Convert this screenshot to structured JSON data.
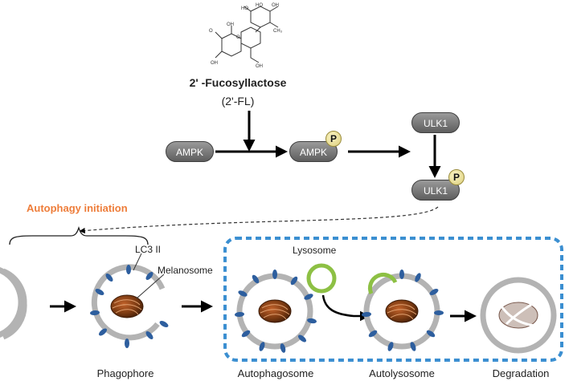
{
  "compound": {
    "name": "2' -Fucosyllactose",
    "abbr": "(2'-FL)"
  },
  "nodes": {
    "ampk": "AMPK",
    "ampk_p": "AMPK",
    "ulk1": "ULK1",
    "ulk1_p": "ULK1",
    "phospho": "P"
  },
  "labels": {
    "autophagy_initiation": "Autophagy initiation",
    "lc3": "LC3 II",
    "melanosome": "Melanosome",
    "lysosome": "Lysosome"
  },
  "stages": [
    "Phagophore",
    "Autophagosome",
    "Autolysosome",
    "Degradation"
  ],
  "colors": {
    "membrane": "#b3b3b3",
    "lc3": "#2d5e9e",
    "lysosome": "#8dc044",
    "dashed_box": "#3b8fd1",
    "melanosome": "#7a3a12",
    "orange_label": "#ee7d3a"
  }
}
